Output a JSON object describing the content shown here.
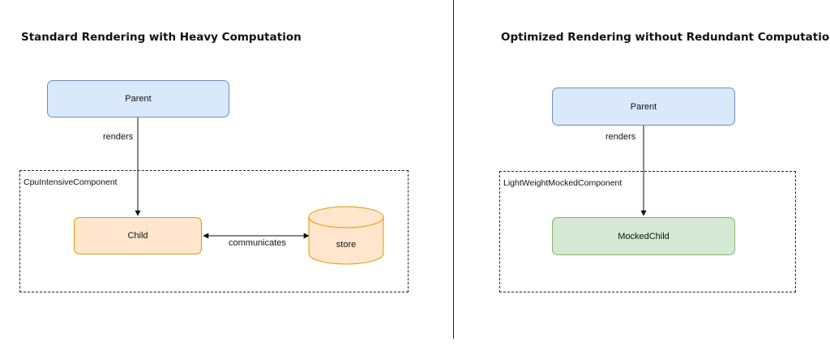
{
  "left": {
    "title": "Standard Rendering with Heavy Computation",
    "parent": "Parent",
    "edge_renders": "renders",
    "group": "CpuIntensiveComponent",
    "child": "Child",
    "edge_communicates": "communicates",
    "store": "store"
  },
  "right": {
    "title": "Optimized Rendering without Redundant Computation",
    "parent": "Parent",
    "edge_renders": "renders",
    "group": "LightWeightMockedComponent",
    "child": "MockedChild"
  },
  "colors": {
    "blue_fill": "#dae8fc",
    "blue_stroke": "#6c8ebf",
    "orange_fill": "#ffe6cc",
    "orange_stroke": "#d79b00",
    "green_fill": "#d5e8d4",
    "green_stroke": "#82b366"
  }
}
